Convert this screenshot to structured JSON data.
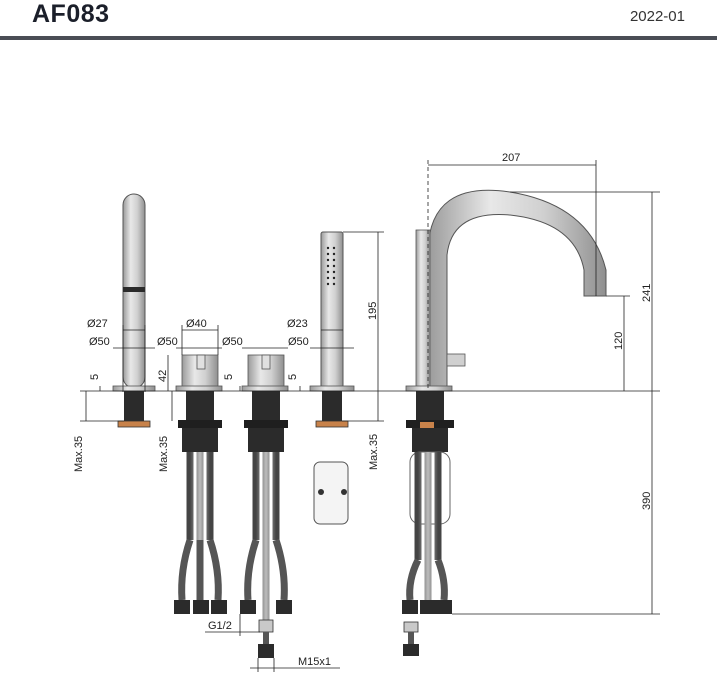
{
  "header": {
    "code": "AF083",
    "date": "2022-01"
  },
  "dimensions": {
    "d27": "Ø27",
    "d40": "Ø40",
    "d23": "Ø23",
    "d50a": "Ø50",
    "d50b": "Ø50",
    "d50c": "Ø50",
    "d50d": "Ø50",
    "h5a": "5",
    "h5b": "5",
    "h5c": "5",
    "h42": "42",
    "max35a": "Max.35",
    "max35b": "Max.35",
    "max35c": "Max.35",
    "h195": "195",
    "w207": "207",
    "h241": "241",
    "h120": "120",
    "h390": "390",
    "g12": "G1/2",
    "m15": "M15x1"
  },
  "colors": {
    "chrome": "#c9c9c9",
    "dark": "#2b2b2b",
    "copper": "#c8824a",
    "rule": "#4a4d55"
  }
}
